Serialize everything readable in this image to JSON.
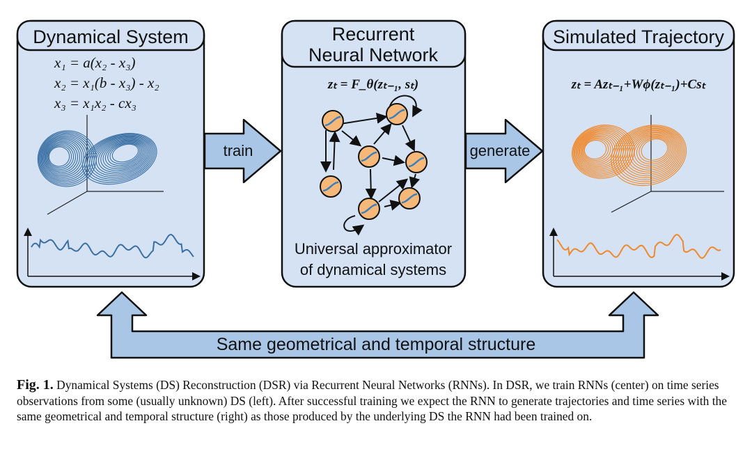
{
  "panels": {
    "left_title": "Dynamical System",
    "middle_title_line1": "Recurrent",
    "middle_title_line2": "Neural Network",
    "right_title": "Simulated Trajectory"
  },
  "equations": {
    "ds_lines": [
      "x₁ = a(x₂ - x₃)",
      "x₂ = x₁(b - x₃) - x₂",
      "x₃ = x₁x₂ - cx₃"
    ],
    "rnn": "zₜ = F_θ(zₜ₋₁, sₜ)",
    "sim": "zₜ = Azₜ₋₁+Wϕ(zₜ₋₁)+Csₜ"
  },
  "arrows": {
    "train": "train",
    "generate": "generate"
  },
  "middle_footer": [
    "Universal approximator",
    "of dynamical systems"
  ],
  "banner": "Same geometrical and temporal structure",
  "colors": {
    "panel_fill": "#d4e2f3",
    "arrow_fill": "#a9c6e6",
    "ds_blue": "#3a6fa3",
    "sim_orange": "#f0882a",
    "node_fill": "#f6b878"
  },
  "caption": {
    "label": "Fig. 1.",
    "text": " Dynamical Systems (DS) Reconstruction (DSR) via Recurrent Neural Networks (RNNs). In DSR, we train RNNs (center) on time series observations from some (usually unknown) DS (left). After successful training we expect the RNN to generate trajectories and time series with the same geometrical and temporal structure (right) as those produced by the underlying DS the RNN had been trained on."
  }
}
